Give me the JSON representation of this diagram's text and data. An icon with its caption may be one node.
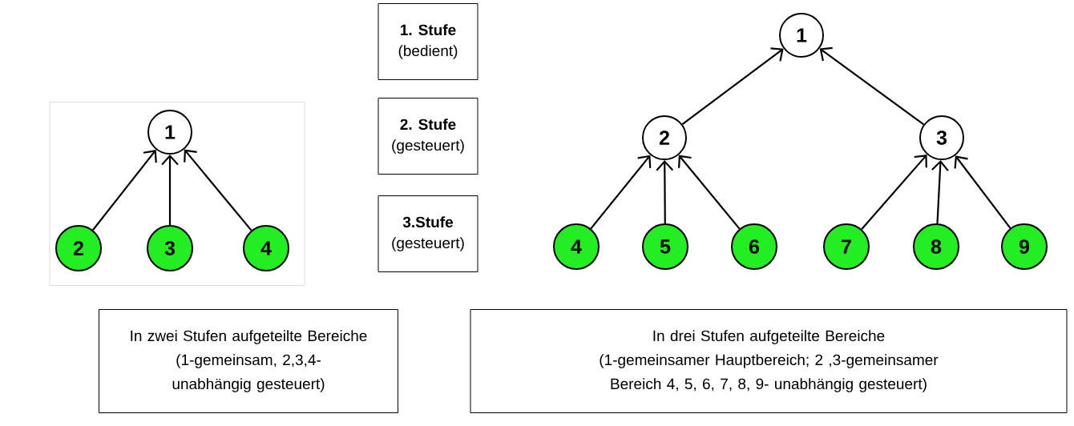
{
  "diagram": {
    "nodes": [
      {
        "text": [],
        "shape": "box"
      },
      {
        "text": [
          "1"
        ],
        "in": 0
      },
      {
        "text": [
          "2"
        ],
        "in": 0
      },
      {
        "text": [
          "3"
        ],
        "in": 0
      },
      {
        "text": [
          "4"
        ],
        "in": 0
      },
      {
        "text": [
          "1. Stufe",
          "(bedient)"
        ]
      },
      {
        "text": [
          "2. Stufe",
          "(gesteuert)"
        ]
      },
      {
        "text": [
          "3.Stufe",
          "(gesteuert)"
        ]
      },
      {
        "text": [
          "1"
        ]
      },
      {
        "text": [
          "2"
        ]
      },
      {
        "text": [
          "3"
        ]
      },
      {
        "text": [
          "4"
        ]
      },
      {
        "text": [
          "5"
        ]
      },
      {
        "text": [
          "6"
        ]
      },
      {
        "text": [
          "7"
        ]
      },
      {
        "text": [
          "8"
        ]
      },
      {
        "text": [
          "9"
        ]
      },
      {
        "text": [
          "In zwei Stufen aufgeteilte Bereiche",
          "(1-gemeinsam, 2,3,4-unabhängig gesteuert)"
        ]
      },
      {
        "text": [
          "In drei Stufen aufgeteilte Bereiche",
          "(1-gemeinsamer Hauptbereich; 2 ,3-gemeinsamer Bereich 4, 5, 6, 7, 8, 9- unabhängig gesteuert)"
        ]
      }
    ],
    "edges": [
      {
        "from": 2,
        "to": 1,
        "arrow": "to"
      },
      {
        "from": 3,
        "to": 1,
        "arrow": "to"
      },
      {
        "from": 4,
        "to": 1,
        "arrow": "to"
      },
      {
        "from": 9,
        "to": 8,
        "arrow": "to"
      },
      {
        "from": 10,
        "to": 8,
        "arrow": "to"
      },
      {
        "from": 11,
        "to": 9,
        "arrow": "to"
      },
      {
        "from": 12,
        "to": 9,
        "arrow": "to"
      },
      {
        "from": 13,
        "to": 9,
        "arrow": "to"
      },
      {
        "from": 14,
        "to": 10,
        "arrow": "to"
      },
      {
        "from": 15,
        "to": 10,
        "arrow": "to"
      },
      {
        "from": 16,
        "to": 10,
        "arrow": "to"
      }
    ]
  }
}
